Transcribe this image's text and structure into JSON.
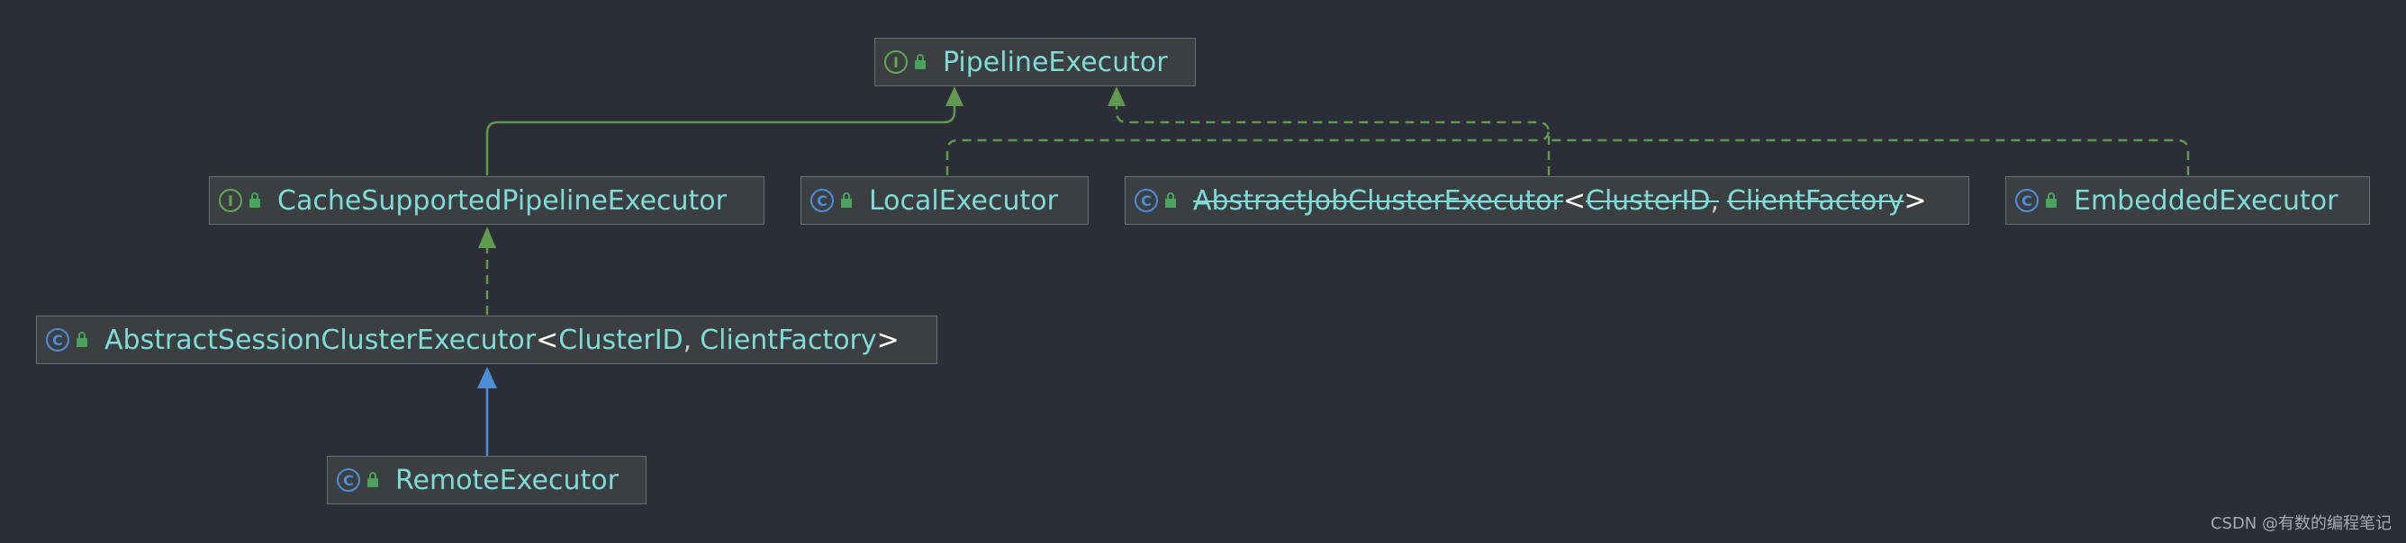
{
  "diagram": {
    "nodes": [
      {
        "id": "pipeline-executor",
        "kind": "interface",
        "kind_letter": "I",
        "name": "PipelineExecutor"
      },
      {
        "id": "cache-supported-pipeline-executor",
        "kind": "interface",
        "kind_letter": "I",
        "name": "CacheSupportedPipelineExecutor"
      },
      {
        "id": "local-executor",
        "kind": "class",
        "kind_letter": "C",
        "name": "LocalExecutor"
      },
      {
        "id": "abstract-job-cluster-executor",
        "kind": "class",
        "kind_letter": "C",
        "name": "AbstractJobClusterExecutor",
        "deprecated": true,
        "type_params": [
          "ClusterID",
          "ClientFactory"
        ]
      },
      {
        "id": "embedded-executor",
        "kind": "class",
        "kind_letter": "C",
        "name": "EmbeddedExecutor"
      },
      {
        "id": "abstract-session-cluster-executor",
        "kind": "class",
        "kind_letter": "C",
        "name": "AbstractSessionClusterExecutor",
        "type_params": [
          "ClusterID",
          "ClientFactory"
        ]
      },
      {
        "id": "remote-executor",
        "kind": "class",
        "kind_letter": "C",
        "name": "RemoteExecutor"
      }
    ],
    "edges": [
      {
        "from": "cache-supported-pipeline-executor",
        "to": "pipeline-executor",
        "relation": "extends-interface"
      },
      {
        "from": "local-executor",
        "to": "pipeline-executor",
        "relation": "implements"
      },
      {
        "from": "abstract-job-cluster-executor",
        "to": "pipeline-executor",
        "relation": "implements"
      },
      {
        "from": "embedded-executor",
        "to": "pipeline-executor",
        "relation": "implements"
      },
      {
        "from": "abstract-session-cluster-executor",
        "to": "cache-supported-pipeline-executor",
        "relation": "implements"
      },
      {
        "from": "remote-executor",
        "to": "abstract-session-cluster-executor",
        "relation": "extends"
      }
    ],
    "punctuation": {
      "open": "<",
      "comma": ",",
      "close": ">"
    },
    "colors": {
      "background": "#2b2d37",
      "node_fill": "#3c3f41",
      "node_border": "#6b6e72",
      "class_name": "#7fdbd7",
      "interface_edge": "#5f9a4e",
      "class_edge": "#4e8ed8",
      "interface_icon": "#62a856",
      "class_icon": "#4e8ed8",
      "lock_icon": "#4aa45c"
    },
    "icons": {
      "kind": "circle-letter-icon",
      "visibility": "lock-icon"
    }
  },
  "watermark": "CSDN @有数的编程笔记"
}
